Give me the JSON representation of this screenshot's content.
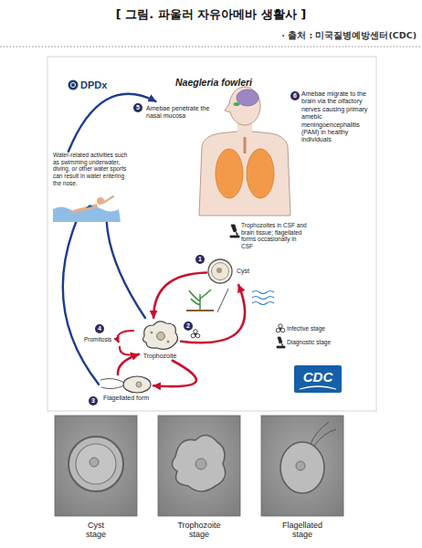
{
  "diagram": {
    "title": "[ 그림. 파울러 자유아메바 생활사 ]",
    "nodes": [
      {
        "text": [
          "Amebae penetrate the nasal mucosa"
        ]
      },
      {
        "text": [
          "Amebae migrate to the brain via the olfactory nerves causing primary amebic meningoencephalitis (PAM) in healthy individuals"
        ]
      },
      {
        "text": [
          "Water-related activities such as swimming underwater, diving, or other water sports can result in water entering the nose."
        ]
      },
      {
        "text": [
          "Cyst"
        ]
      },
      {
        "text": [
          "Trophozoite"
        ]
      },
      {
        "text": [
          "Flagellated form"
        ]
      }
    ],
    "edges": [
      {
        "from": 3,
        "to": 4,
        "arrow": "to"
      },
      {
        "from": 4,
        "to": 3,
        "arrow": "to"
      },
      {
        "from": 4,
        "to": 5,
        "arrow": "to"
      },
      {
        "from": 5,
        "to": 4,
        "arrow": "to"
      },
      {
        "from": 4,
        "to": 2,
        "arrow": "none"
      },
      {
        "from": 5,
        "to": 2,
        "arrow": "none"
      },
      {
        "from": 2,
        "to": 0,
        "arrow": "to"
      }
    ],
    "labels": [
      "· 출처 : 미국질병예방센터(CDC)",
      "DPDx",
      "Naegleria fowleri",
      "5",
      "6",
      "Trophozoites in CSF and brain tissue; flagellated forms occasionally in CSF",
      "1",
      "2",
      "4",
      "Promitosis",
      "3",
      "CDC",
      "Cyst stage",
      "Trophozoite stage",
      "Flagellated stage"
    ],
    "legend": [
      {
        "text": "Infective stage"
      },
      {
        "text": "Diagnostic stage"
      }
    ]
  }
}
